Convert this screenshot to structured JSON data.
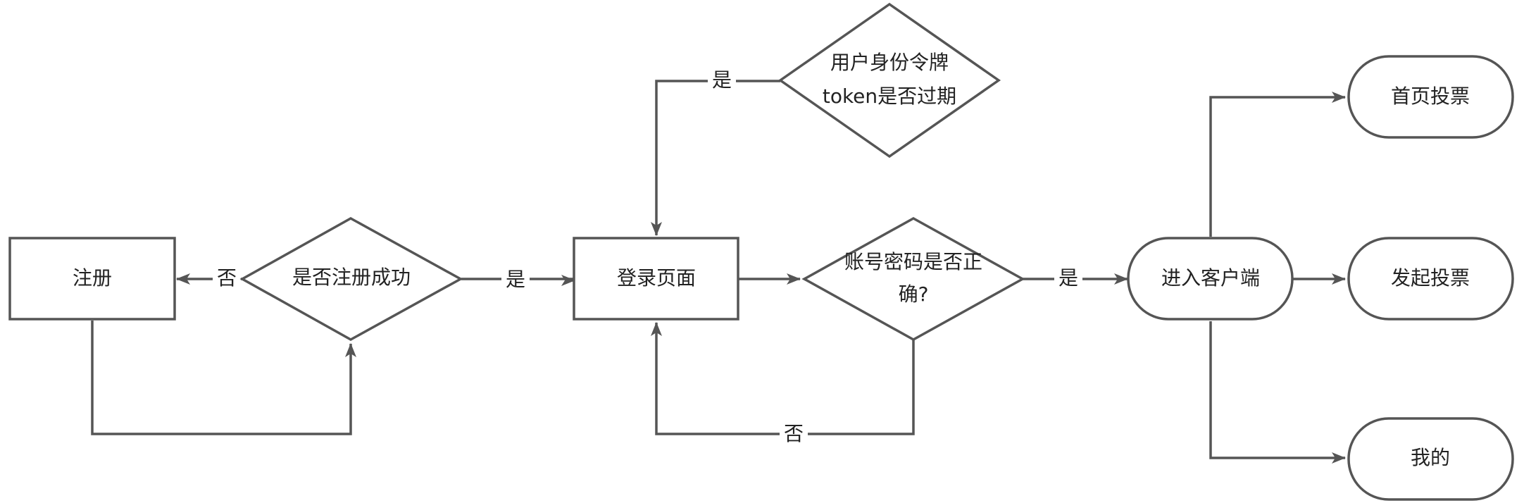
{
  "colors": {
    "line": "#555555",
    "text": "#222222",
    "background": "#ffffff"
  },
  "nodes": {
    "register": "注册",
    "register_success": "是否注册成功",
    "login_page": "登录页面",
    "token_check_line1": "用户身份令牌",
    "token_check_line2": "token是否过期",
    "password_check_line1": "账号密码是否正",
    "password_check_line2": "确?",
    "client": "进入客户端",
    "home_vote": "首页投票",
    "start_vote": "发起投票",
    "mine": "我的"
  },
  "edge_labels": {
    "register_fail": "否",
    "register_ok": "是",
    "token_expired": "是",
    "password_wrong": "否",
    "password_ok": "是"
  }
}
